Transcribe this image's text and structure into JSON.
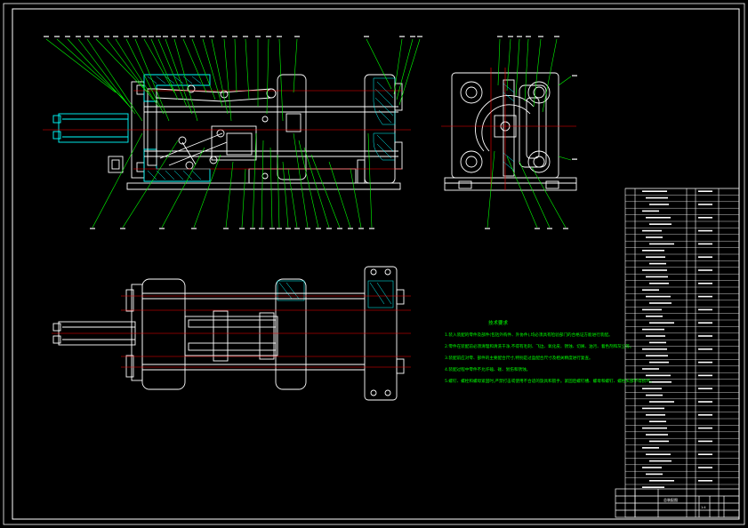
{
  "drawing": {
    "colors": {
      "background": "#000000",
      "outline": "#ffffff",
      "centerline": "#ff0000",
      "leader": "#00ff00",
      "section_hatch": "#00ffff",
      "callout": "#ffffff"
    }
  },
  "notes": {
    "title": "技术要求",
    "lines": [
      "1.装入装配的零件及部件(包括外购件、外协件),均必须具有检验部门的合格证方能进行装配。",
      "2.零件在装配前必须清理和清洗干净,不得有毛刺、飞边、氧化皮、锈蚀、切屑、油污、着色剂和灰尘等。",
      "3.装配前应对零、部件的主要配合尺寸,特别是过盈配合尺寸及相关精度进行复查。",
      "4.装配过程中零件不允许磕、碰、划伤和锈蚀。",
      "5.螺钉、螺栓和螺母紧固时,严禁打击或使用不合适的旋具和扳手。紧固后螺钉槽、螺母和螺钉、螺栓头部不得损坏。"
    ]
  },
  "title_block": {
    "drawing_name": "总装配图",
    "scale_cell": "1:4"
  }
}
